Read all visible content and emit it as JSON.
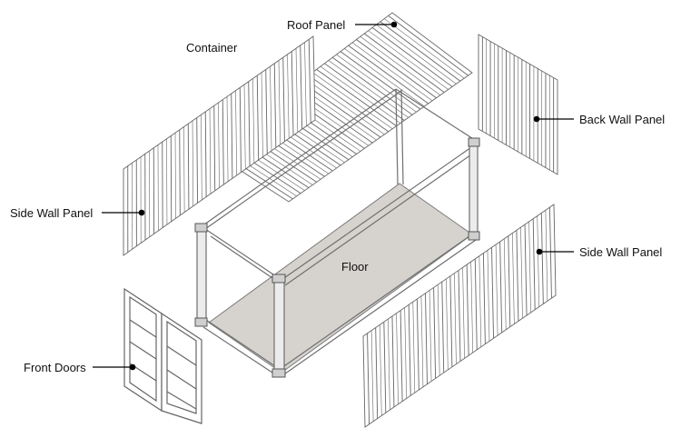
{
  "title": "Container",
  "labels": {
    "roof_panel": "Roof Panel",
    "back_wall_panel": "Back Wall Panel",
    "side_wall_panel_left": "Side Wall Panel",
    "side_wall_panel_right": "Side Wall Panel",
    "floor": "Floor",
    "front_doors": "Front Doors"
  },
  "colors": {
    "line": "#000000",
    "panel_stroke": "#666666",
    "floor_fill": "#d6d3cf",
    "frame_stroke": "#6f6f6f"
  }
}
